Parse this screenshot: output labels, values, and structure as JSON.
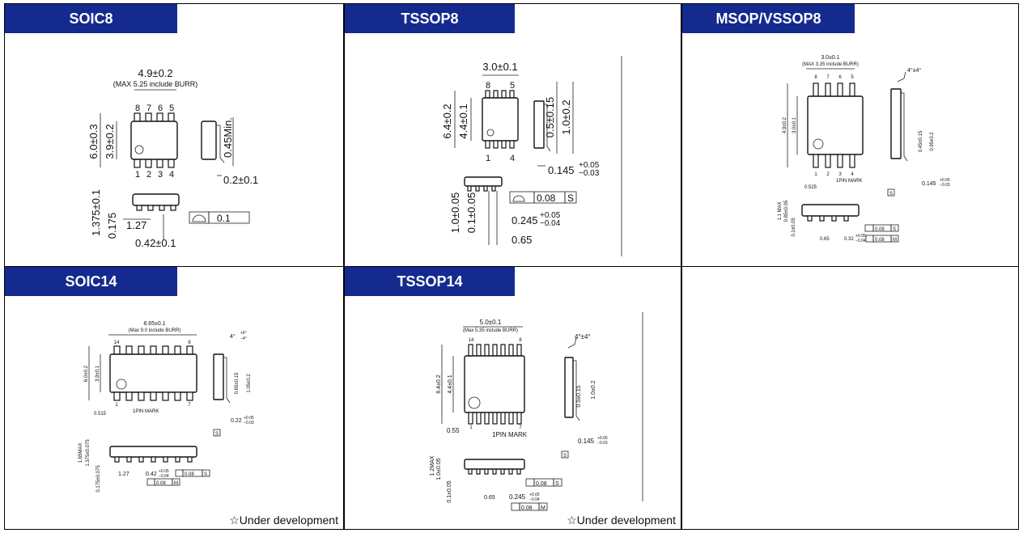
{
  "colors": {
    "tab_bg": "#142a8e",
    "tab_text": "#ffffff",
    "border": "#000000"
  },
  "packages": {
    "soic8": {
      "title": "SOIC8",
      "length": "4.9±0.2",
      "burr_note": "(MAX 5.25 include BURR)",
      "pins_top": [
        "8",
        "7",
        "6",
        "5"
      ],
      "pins_bottom": [
        "1",
        "2",
        "3",
        "4"
      ],
      "width_total": "6.0±0.3",
      "width_body": "3.9±0.2",
      "lead_min": "0.45Min.",
      "lead_thk": "0.2±0.1",
      "height": "1.375±0.1",
      "standoff": "0.175",
      "pitch": "1.27",
      "lead_w": "0.42±0.1",
      "flat": "0.1"
    },
    "tssop8": {
      "title": "TSSOP8",
      "length": "3.0±0.1",
      "pin_top_a": "8",
      "pin_top_b": "5",
      "pin_bot_a": "1",
      "pin_bot_b": "4",
      "width_total": "6.4±0.2",
      "width_body": "4.4±0.1",
      "lead_a": "0.5±0.15",
      "lead_b": "1.0±0.2",
      "lead_thk": "0.145",
      "lead_thk_tol_p": "+0.05",
      "lead_thk_tol_m": "−0.03",
      "flat": "0.08",
      "datum": "S",
      "height": "1.0±0.05",
      "standoff": "0.1±0.05",
      "lead_w": "0.245",
      "lead_w_tol_p": "+0.05",
      "lead_w_tol_m": "−0.04",
      "pitch": "0.65"
    },
    "msop8": {
      "title": "MSOP/VSSOP8",
      "length": "3.0±0.1",
      "burr_note": "(MAX 3.35 include BURR)",
      "angle": "4°±4°",
      "pins_top": [
        "8",
        "7",
        "6",
        "5"
      ],
      "pins_bottom": [
        "1",
        "2",
        "3",
        "4"
      ],
      "width_total": "4.9±0.2",
      "width_body": "3.0±0.1",
      "lead_a": "0.45±0.15",
      "lead_b": "0.95±0.2",
      "pin_mark": "1PIN MARK",
      "edge": "0.525",
      "lead_thk": "0.145",
      "lead_thk_tol_p": "+0.05",
      "lead_thk_tol_m": "−0.03",
      "datum": "S",
      "height": "1.1 MAX",
      "body_h": "0.85±0.05",
      "standoff": "0.1±0.05",
      "flat": "0.08",
      "pitch": "0.65",
      "lead_w": "0.32",
      "lead_w_tol_p": "+0.05",
      "lead_w_tol_m": "−0.04",
      "position": "0.08",
      "mmc": "M"
    },
    "soic14": {
      "title": "SOIC14",
      "length": "8.65±0.1",
      "burr_note": "(Max 9.0 include BURR)",
      "pin_top_a": "14",
      "pin_top_b": "8",
      "pin_bot_a": "1",
      "pin_bot_b": "7",
      "angle": "4°",
      "angle_tol_p": "+6°",
      "angle_tol_m": "−4°",
      "width_total": "6.0±0.2",
      "width_body": "3.9±0.1",
      "lead_a": "0.65±0.15",
      "lead_b": "1.05±0.2",
      "pin_mark": "1PIN MARK",
      "edge": "0.515",
      "lead_thk": "0.22",
      "lead_thk_tol_p": "+0.05",
      "lead_thk_tol_m": "−0.03",
      "datum": "S",
      "height": "1.65MAX",
      "body_h": "1.375±0.075",
      "standoff": "0.175±0.075",
      "pitch": "1.27",
      "lead_w": "0.42",
      "lead_w_tol_p": "+0.05",
      "lead_w_tol_m": "−0.04",
      "flat": "0.08",
      "position": "0.08",
      "mmc": "M",
      "status": "☆Under development"
    },
    "tssop14": {
      "title": "TSSOP14",
      "length": "5.0±0.1",
      "burr_note": "(Max 5.35 include BURR)",
      "pin_top_a": "14",
      "pin_top_b": "8",
      "pin_bot_a": "1",
      "pin_bot_b": "7",
      "angle": "4°±4°",
      "width_total": "6.4±0.2",
      "width_body": "4.4±0.1",
      "lead_a": "0.5±0.15",
      "lead_b": "1.0±0.2",
      "pin_mark": "1PIN MARK",
      "edge": "0.55",
      "lead_thk": "0.145",
      "lead_thk_tol_p": "+0.05",
      "lead_thk_tol_m": "−0.03",
      "datum": "S",
      "height": "1.2MAX",
      "body_h": "1.0±0.05",
      "standoff": "0.1±0.05",
      "flat": "0.08",
      "pitch": "0.65",
      "lead_w": "0.245",
      "lead_w_tol_p": "+0.05",
      "lead_w_tol_m": "−0.04",
      "position": "0.08",
      "mmc": "M",
      "status": "☆Under development"
    }
  }
}
